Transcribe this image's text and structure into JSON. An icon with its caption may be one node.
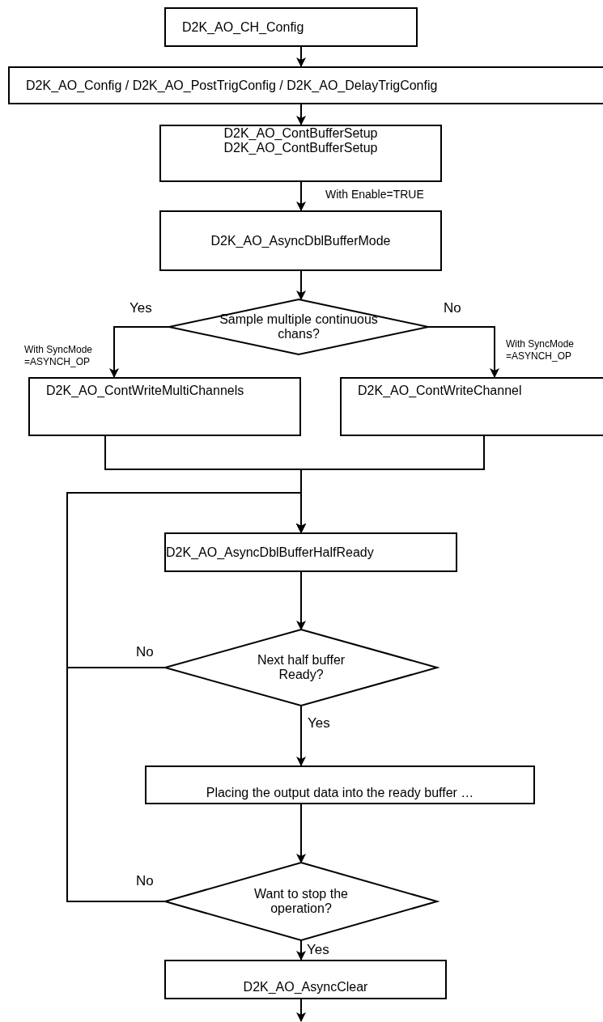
{
  "diagram": {
    "nodes": [
      {
        "text": [
          "D2K_AO_CH_Config"
        ]
      },
      {
        "text": [
          "D2K_AO_Config / D2K_AO_PostTrigConfig / D2K_AO_DelayTrigConfig"
        ]
      },
      {
        "text": [
          "D2K_AO_ContBufferSetup",
          "D2K_AO_ContBufferSetup"
        ]
      },
      {
        "text": [
          "D2K_AO_AsyncDblBufferMode"
        ]
      },
      {
        "text": [
          "Sample multiple continuous chans?"
        ]
      },
      {
        "text": [
          "D2K_AO_ContWriteMultiChannels"
        ],
        "beside": [
          "With SyncMode =ASYNCH_OP"
        ]
      },
      {
        "text": [
          "D2K_AO_ContWriteChannel"
        ],
        "beside": [
          "With SyncMode =ASYNCH_OP"
        ]
      },
      {
        "text": [
          "D2K_AO_AsyncDblBufferHalfReady"
        ]
      },
      {
        "text": [
          "Next half buffer Ready?"
        ]
      },
      {
        "text": [
          "Placing the output data into the ready buffer …"
        ]
      },
      {
        "text": [
          "Want to stop the operation?"
        ]
      },
      {
        "text": [
          "D2K_AO_AsyncClear"
        ]
      }
    ],
    "edges": [
      {
        "from": 0,
        "to": 1,
        "arrow": "to"
      },
      {
        "from": 1,
        "to": 2,
        "arrow": "to"
      },
      {
        "from": 2,
        "to": 3,
        "arrow": "to",
        "label": "With Enable=TRUE"
      },
      {
        "from": 3,
        "to": 4,
        "arrow": "to"
      },
      {
        "from": 4,
        "to": 5,
        "arrow": "to",
        "label": "Yes"
      },
      {
        "from": 4,
        "to": 6,
        "arrow": "to",
        "label": "No"
      },
      {
        "from": 5,
        "to": 7,
        "arrow": "to"
      },
      {
        "from": 6,
        "to": 7,
        "arrow": "to"
      },
      {
        "from": 7,
        "to": 8,
        "arrow": "to"
      },
      {
        "from": 8,
        "to": 7,
        "arrow": "to",
        "label": "No"
      },
      {
        "from": 8,
        "to": 9,
        "arrow": "to",
        "label": "Yes"
      },
      {
        "from": 9,
        "to": 10,
        "arrow": "to"
      },
      {
        "from": 10,
        "to": 7,
        "arrow": "to",
        "label": "No"
      },
      {
        "from": 10,
        "to": 11,
        "arrow": "to",
        "label": "Yes"
      },
      {
        "from": 11,
        "to": null,
        "arrow": "to"
      }
    ]
  }
}
